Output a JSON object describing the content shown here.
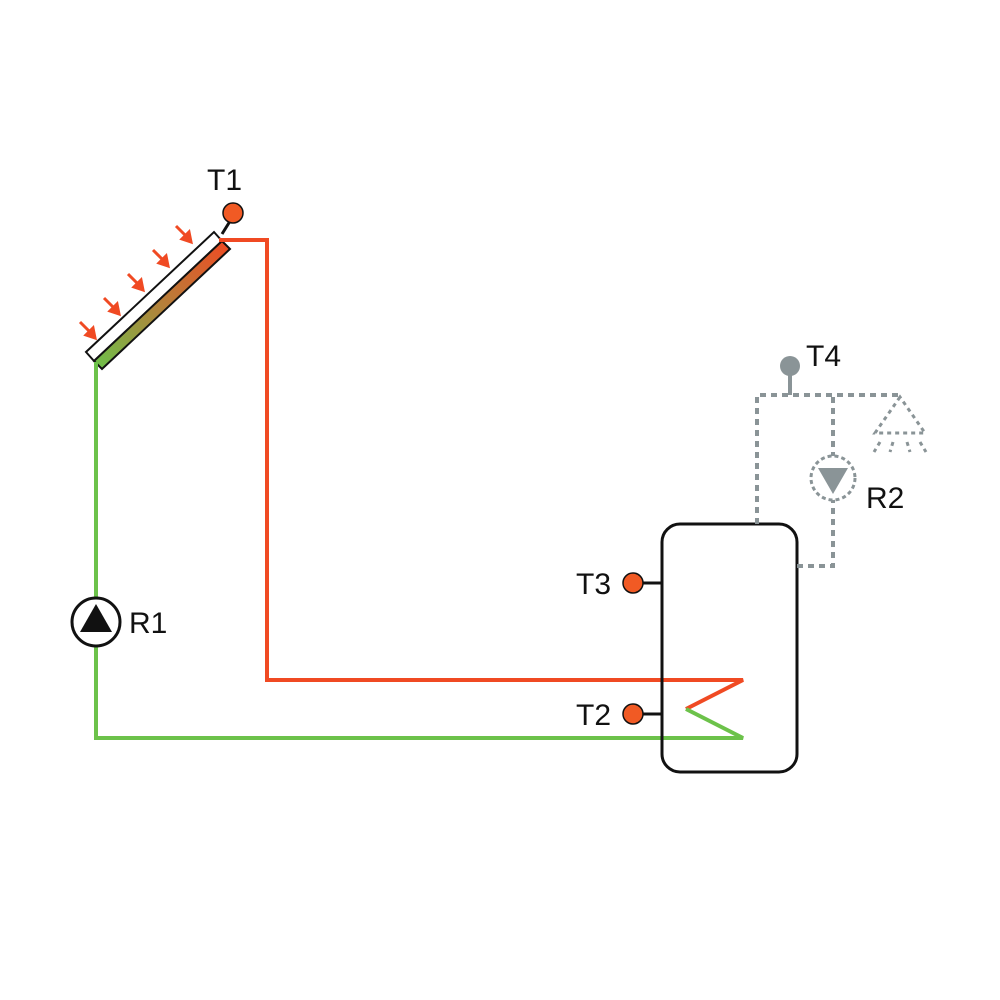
{
  "labels": {
    "t1": "T1",
    "t2": "T2",
    "t3": "T3",
    "t4": "T4",
    "r1": "R1",
    "r2": "R2"
  },
  "colors": {
    "hot_pipe": "#f04a23",
    "cold_pipe": "#6cc24a",
    "sensor": "#f15a24",
    "inactive": "#8a9497",
    "outline": "#111111"
  },
  "icons": {
    "sun_rays": "sun-rays-icon",
    "collector": "solar-collector-icon",
    "pump": "pump-icon",
    "shower": "shower-icon",
    "tank": "storage-tank-icon"
  }
}
